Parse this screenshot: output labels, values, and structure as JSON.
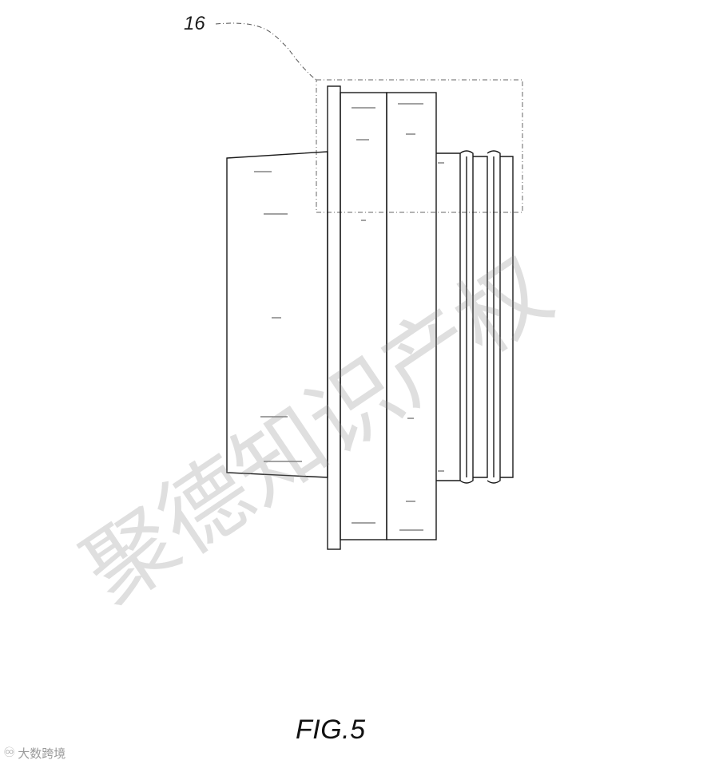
{
  "figure": {
    "reference_numeral": "16",
    "caption": "FIG.5"
  },
  "watermark": {
    "text": "聚德知识产权",
    "logo_text": "大数跨境"
  },
  "colors": {
    "line": "#1a1a1a",
    "dashed": "#555555",
    "watermark": "#9a9a9a"
  }
}
